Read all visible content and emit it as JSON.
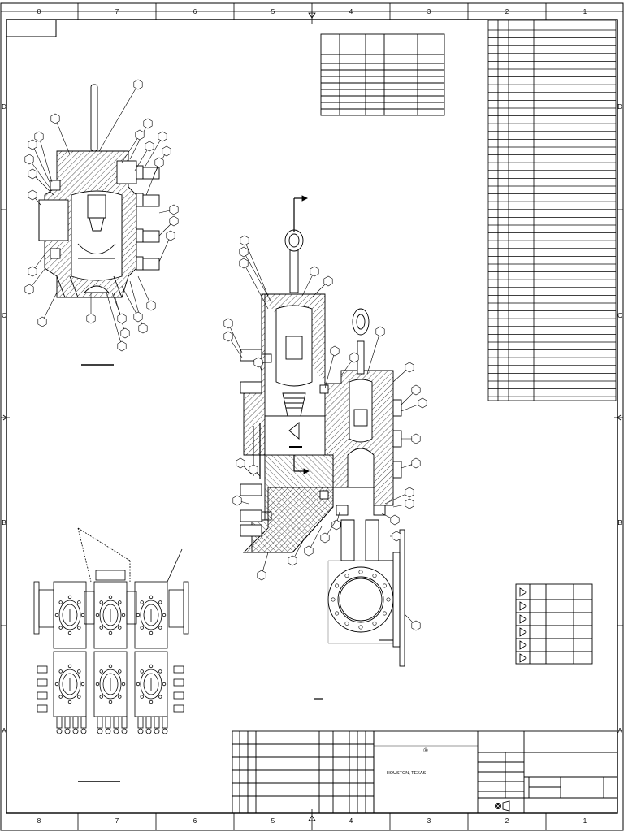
{
  "sheet": {
    "column_zones": [
      "8",
      "7",
      "6",
      "5",
      "4",
      "3",
      "2",
      "1"
    ],
    "row_zones": [
      "D",
      "C",
      "B",
      "A"
    ]
  },
  "title_block": {
    "company_location": "HOUSTON, TEXAS",
    "registered_mark": "®"
  },
  "colors": {
    "line": "#000000",
    "paper": "#ffffff",
    "hatch": "#000000"
  }
}
